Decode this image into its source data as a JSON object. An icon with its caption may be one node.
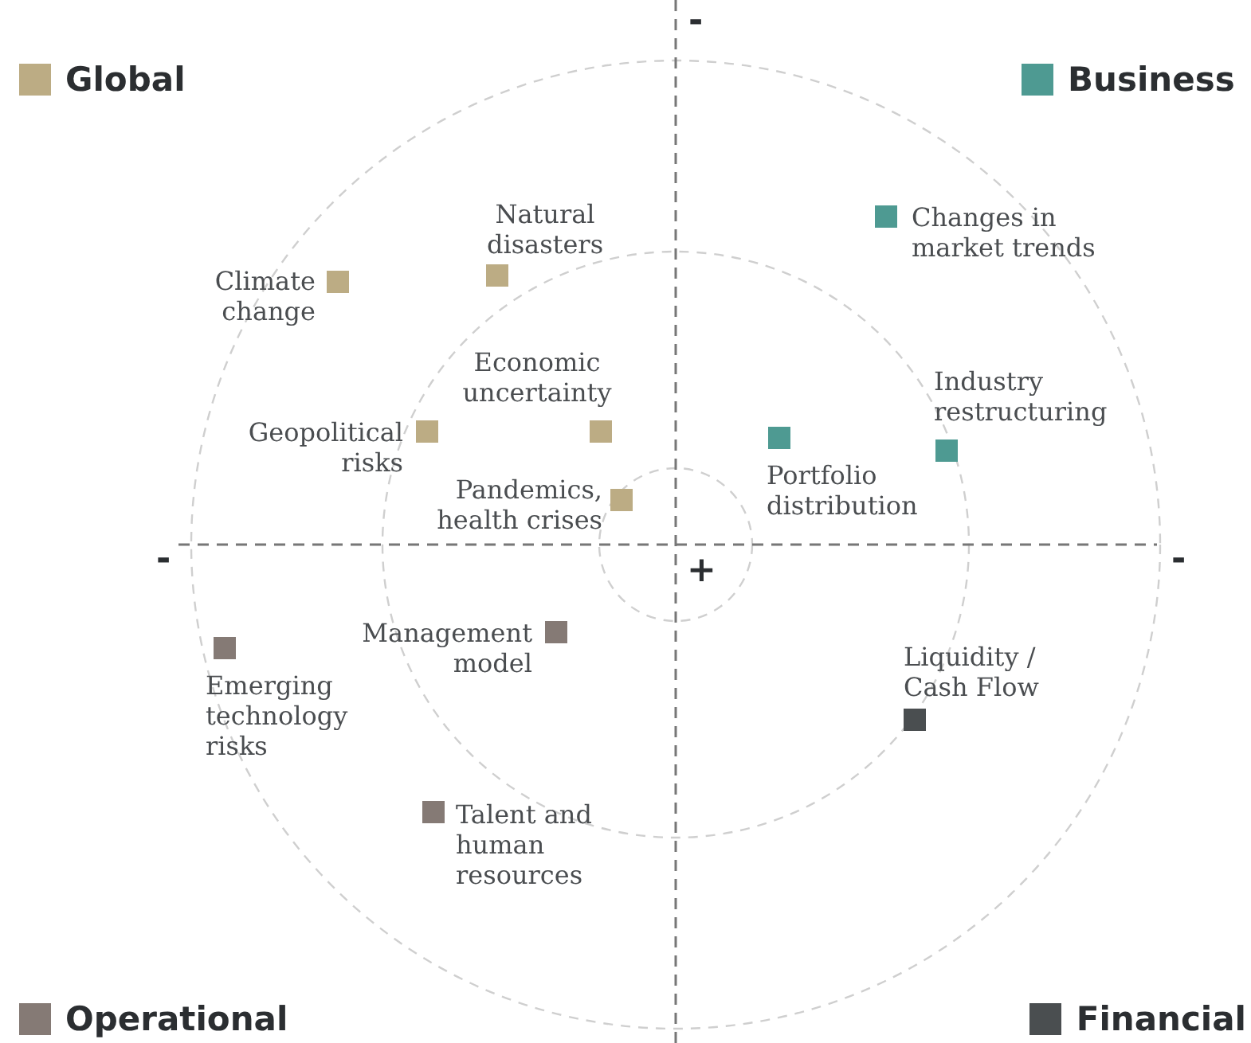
{
  "diagram": {
    "nodes": [
      {
        "text": [
          "Climate change"
        ]
      },
      {
        "text": [
          "Natural disasters"
        ]
      },
      {
        "text": [
          "Economic uncertainty"
        ]
      },
      {
        "text": [
          "Geopolitical risks"
        ]
      },
      {
        "text": [
          "Pandemics, health crises"
        ]
      },
      {
        "text": [
          "Changes in market trends"
        ]
      },
      {
        "text": [
          "Industry restructuring"
        ]
      },
      {
        "text": [
          "Portfolio distribution"
        ]
      },
      {
        "text": [
          "Management model"
        ]
      },
      {
        "text": [
          "Emerging technology risks"
        ]
      },
      {
        "text": [
          "Talent and human resources"
        ]
      },
      {
        "text": [
          "Liquidity / Cash Flow"
        ]
      }
    ],
    "labels": [
      "-",
      "-",
      "+",
      "-"
    ],
    "legend": [
      {
        "text": "Global",
        "color": "#bcac84"
      },
      {
        "text": "Business",
        "color": "#4e9a92"
      },
      {
        "text": "Operational",
        "color": "#857a75"
      },
      {
        "text": "Financial",
        "color": "#4a4e50"
      }
    ]
  }
}
